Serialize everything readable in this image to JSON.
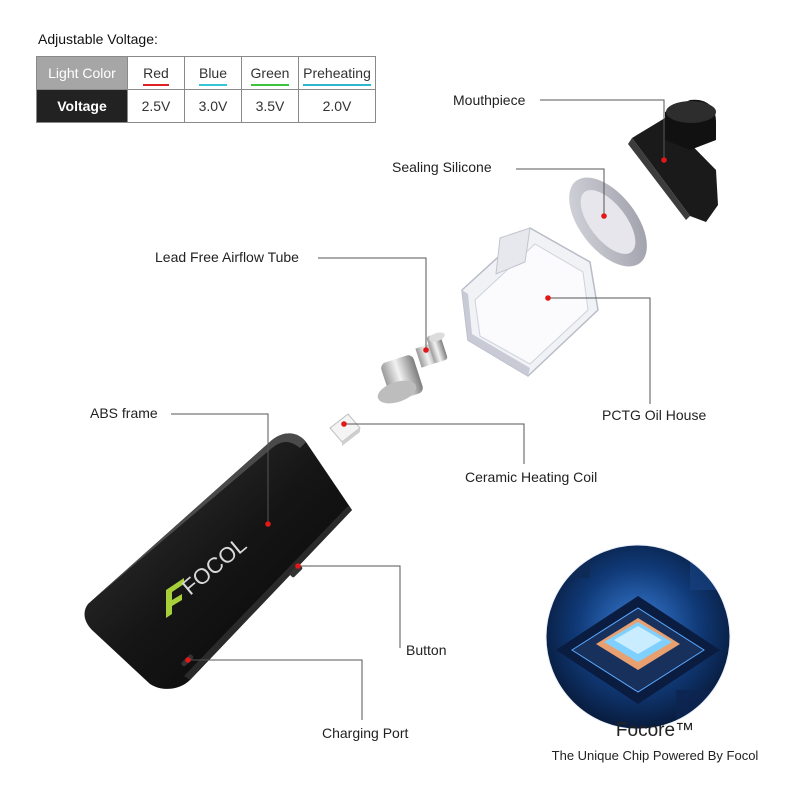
{
  "title": "Adjustable Voltage:",
  "table": {
    "row1_header": "Light Color",
    "row2_header": "Voltage",
    "columns": [
      {
        "name": "Red",
        "voltage": "2.5V",
        "color": "#e02020"
      },
      {
        "name": "Blue",
        "voltage": "3.0V",
        "color": "#35c5d6"
      },
      {
        "name": "Green",
        "voltage": "3.5V",
        "color": "#3cc43c"
      },
      {
        "name": "Preheating",
        "voltage": "2.0V",
        "color": "#2fb7d0"
      }
    ]
  },
  "labels": {
    "mouthpiece": "Mouthpiece",
    "sealing_silicone": "Sealing Silicone",
    "airflow_tube": "Lead Free Airflow Tube",
    "oil_house": "PCTG Oil House",
    "abs_frame": "ABS frame",
    "heating_coil": "Ceramic Heating Coil",
    "button": "Button",
    "charging_port": "Charging Port"
  },
  "device_logo": "FOCOL",
  "brand": {
    "name": "Focore™",
    "tagline": "The Unique Chip Powered By Focol"
  },
  "colors": {
    "leader_line": "#555555",
    "marker": "#e01818",
    "device_body": "#1a1a1a",
    "logo_green": "#a6cf3a",
    "chip_blue": "#1a6fd0"
  }
}
